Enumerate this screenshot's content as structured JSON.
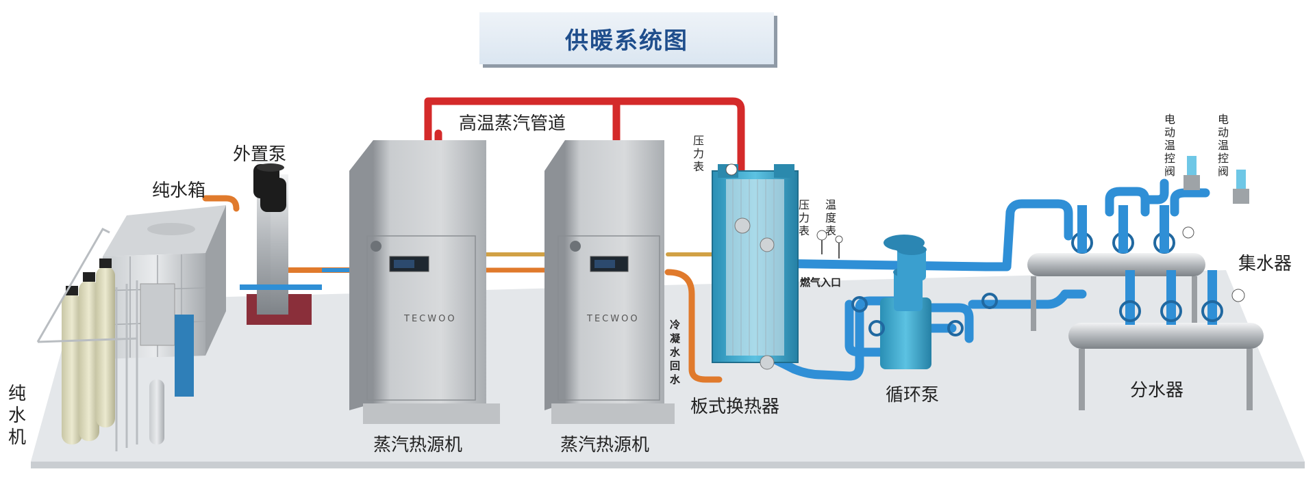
{
  "title": "供暖系统图",
  "labels": {
    "steam_pipe": "高温蒸汽管道",
    "external_pump": "外置泵",
    "pure_water_tank": "纯水箱",
    "pure_water_machine": "纯水机",
    "pressure_gauge_top": "压力表",
    "pressure_gauge_mid": "压力表",
    "temperature_gauge": "温度表",
    "gas_inlet": "燃气入口",
    "condensate_return": "冷凝水回水",
    "steam_heat_source_1": "蒸汽热源机",
    "steam_heat_source_2": "蒸汽热源机",
    "plate_heat_exchanger": "板式换热器",
    "circulation_pump": "循环泵",
    "water_collector": "集水器",
    "water_distributor": "分水器",
    "electric_valve_1": "电动温控阀",
    "electric_valve_2": "电动温控阀",
    "brand": "TECWOO"
  },
  "colors": {
    "steam_pipe": "#d42a2a",
    "water_pipe": "#2f8fd6",
    "condensate_pipe": "#e07a2c",
    "exchanger": "#3aa6cf",
    "cabinet": "#b8bcc0",
    "floor": "#e6e9ec",
    "title_text": "#1f4e8c"
  },
  "icons": [
    "steam-heat-source-icon",
    "pump-icon",
    "tank-icon",
    "filter-icon",
    "heat-exchanger-icon",
    "manifold-icon",
    "valve-icon",
    "gauge-icon"
  ]
}
